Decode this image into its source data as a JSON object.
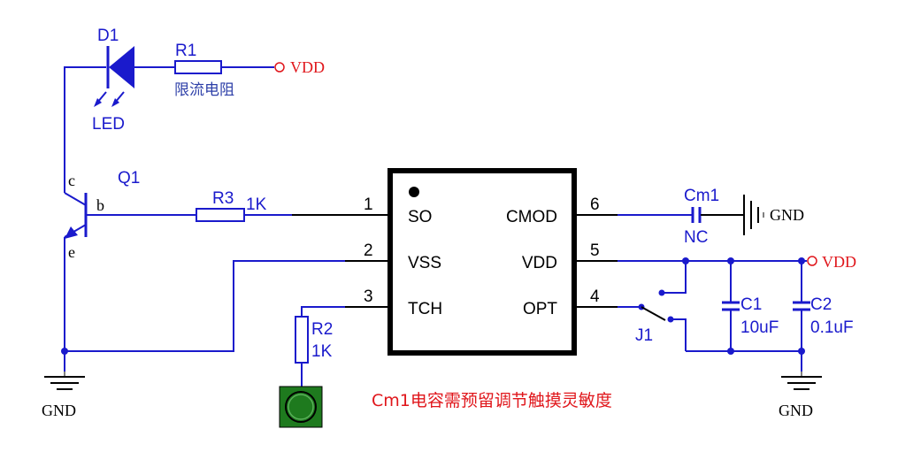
{
  "colors": {
    "wire": "#1a1acc",
    "chip": "#000000",
    "vdd": "#e0161b",
    "pad": "#1e7a1e"
  },
  "led": {
    "ref": "D1",
    "type": "LED"
  },
  "r1": {
    "ref": "R1",
    "desc": "限流电阻"
  },
  "vdd_top": "VDD",
  "vdd_right": "VDD",
  "q1": {
    "ref": "Q1",
    "pin_c": "c",
    "pin_b": "b",
    "pin_e": "e"
  },
  "r3": {
    "ref": "R3",
    "value": "1K"
  },
  "r2": {
    "ref": "R2",
    "value": "1K"
  },
  "chip": {
    "pins": [
      {
        "num": "1",
        "name": "SO"
      },
      {
        "num": "2",
        "name": "VSS"
      },
      {
        "num": "3",
        "name": "TCH"
      },
      {
        "num": "4",
        "name": "OPT"
      },
      {
        "num": "5",
        "name": "VDD"
      },
      {
        "num": "6",
        "name": "CMOD"
      }
    ]
  },
  "cm1": {
    "ref": "Cm1",
    "value": "NC"
  },
  "c1": {
    "ref": "C1",
    "value": "10uF"
  },
  "c2": {
    "ref": "C2",
    "value": "0.1uF"
  },
  "j1": {
    "ref": "J1"
  },
  "gnd_left": "GND",
  "gnd_cm1": "GND",
  "gnd_right": "GND",
  "note": "Cm1电容需预留调节触摸灵敏度"
}
